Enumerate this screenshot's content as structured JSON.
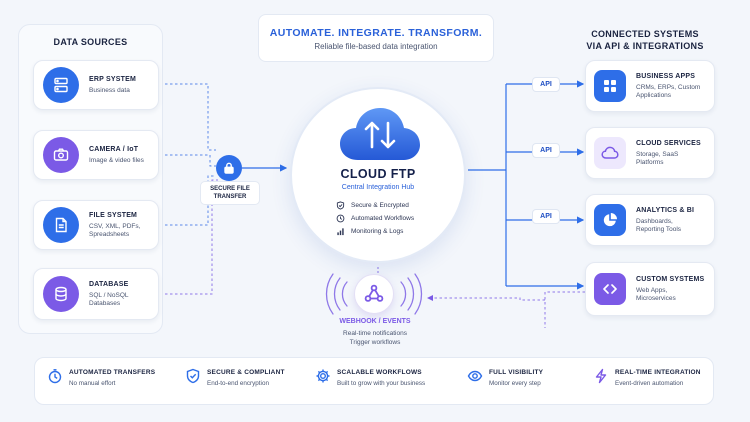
{
  "header": {
    "title": "AUTOMATE. INTEGRATE. TRANSFORM.",
    "subtitle": "Reliable file-based data integration"
  },
  "data_sources": {
    "title": "DATA SOURCES",
    "items": [
      {
        "title": "ERP SYSTEM",
        "desc": "Business data",
        "icon": "server-icon"
      },
      {
        "title": "CAMERA / IoT",
        "desc": "Image & video files",
        "icon": "camera-icon"
      },
      {
        "title": "FILE SYSTEM",
        "desc": "CSV, XML, PDFs,\nSpreadsheets",
        "icon": "document-icon"
      },
      {
        "title": "DATABASE",
        "desc": "SQL / NoSQL\nDatabases",
        "icon": "database-icon"
      }
    ]
  },
  "secure_transfer": {
    "label": "SECURE FILE\nTRANSFER",
    "icon": "lock-icon"
  },
  "hub": {
    "title": "CLOUD FTP",
    "subtitle": "Central Integration Hub",
    "features": [
      {
        "label": "Secure & Encrypted",
        "icon": "shield-check-icon"
      },
      {
        "label": "Automated Workflows",
        "icon": "clock-icon"
      },
      {
        "label": "Monitoring & Logs",
        "icon": "bar-chart-icon"
      }
    ]
  },
  "connected": {
    "title": "CONNECTED SYSTEMS",
    "title2": "VIA API & INTEGRATIONS",
    "api_label": "API",
    "items": [
      {
        "title": "BUSINESS APPS",
        "desc": "CRMs, ERPs, Custom\nApplications",
        "icon": "grid-apps-icon"
      },
      {
        "title": "CLOUD SERVICES",
        "desc": "Storage, SaaS\nPlatforms",
        "icon": "cloud-icon"
      },
      {
        "title": "ANALYTICS & BI",
        "desc": "Dashboards,\nReporting Tools",
        "icon": "pie-chart-icon"
      },
      {
        "title": "CUSTOM SYSTEMS",
        "desc": "Web Apps,\nMicroservices",
        "icon": "code-icon"
      }
    ]
  },
  "webhook": {
    "title": "WEBHOOK / EVENTS",
    "desc": "Real-time notifications\nTrigger workflows",
    "icon": "webhook-icon"
  },
  "features": [
    {
      "title": "AUTOMATED TRANSFERS",
      "desc": "No manual effort",
      "icon": "timer-icon"
    },
    {
      "title": "SECURE & COMPLIANT",
      "desc": "End-to-end encryption",
      "icon": "shield-icon"
    },
    {
      "title": "SCALABLE WORKFLOWS",
      "desc": "Built to grow with your business",
      "icon": "gear-icon"
    },
    {
      "title": "FULL VISIBILITY",
      "desc": "Monitor every step",
      "icon": "eye-icon"
    },
    {
      "title": "REAL-TIME INTEGRATION",
      "desc": "Event-driven automation",
      "icon": "lightning-icon"
    }
  ],
  "colors": {
    "accent_blue": "#2e6ee8",
    "accent_purple": "#7b5ae6",
    "title_blue": "#2a61d9",
    "background": "#f3f6fb"
  }
}
